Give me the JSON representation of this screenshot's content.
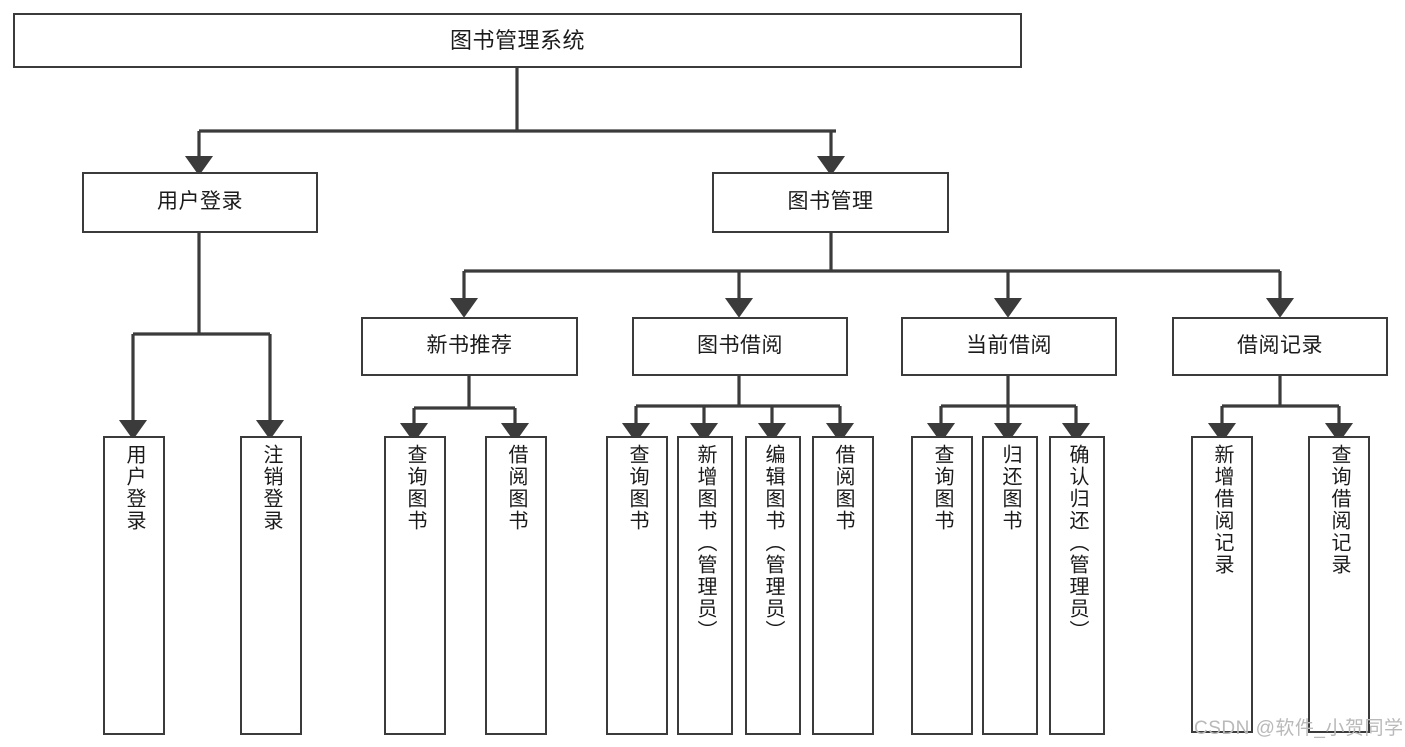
{
  "diagram": {
    "type": "tree-hierarchy",
    "title": "图书管理系统",
    "orientation": "top-down",
    "colors": {
      "stroke": "#3b3b3b",
      "fill": "#ffffff",
      "text": "#1b1b1b",
      "watermark": "#b9b9b9"
    },
    "nodes": {
      "root": {
        "label": "图书管理系统"
      },
      "level1": [
        {
          "id": "user-login",
          "label": "用户登录"
        },
        {
          "id": "book-manage",
          "label": "图书管理"
        }
      ],
      "level2": [
        {
          "id": "new-book-rec",
          "label": "新书推荐"
        },
        {
          "id": "book-borrow",
          "label": "图书借阅"
        },
        {
          "id": "current-borrow",
          "label": "当前借阅"
        },
        {
          "id": "borrow-record",
          "label": "借阅记录"
        }
      ],
      "leaves": {
        "user_login": [
          {
            "id": "leaf-user-login",
            "label": "用户登录"
          },
          {
            "id": "leaf-logout",
            "label": "注销登录"
          }
        ],
        "new_book_rec": [
          {
            "id": "leaf-query-book-1",
            "label": "查询图书"
          },
          {
            "id": "leaf-borrow-book-1",
            "label": "借阅图书"
          }
        ],
        "book_borrow": [
          {
            "id": "leaf-query-book-2",
            "label": "查询图书"
          },
          {
            "id": "leaf-add-book",
            "label": "新增图书（管理员）"
          },
          {
            "id": "leaf-edit-book",
            "label": "编辑图书（管理员）"
          },
          {
            "id": "leaf-borrow-book-2",
            "label": "借阅图书"
          }
        ],
        "current_borrow": [
          {
            "id": "leaf-query-book-3",
            "label": "查询图书"
          },
          {
            "id": "leaf-return-book",
            "label": "归还图书"
          },
          {
            "id": "leaf-confirm-return",
            "label": "确认归还（管理员）"
          }
        ],
        "borrow_record": [
          {
            "id": "leaf-add-record",
            "label": "新增借阅记录"
          },
          {
            "id": "leaf-query-record",
            "label": "查询借阅记录"
          }
        ]
      }
    },
    "edges": [
      {
        "from": "图书管理系统",
        "to": "用户登录"
      },
      {
        "from": "图书管理系统",
        "to": "图书管理"
      },
      {
        "from": "用户登录",
        "to": "用户登录"
      },
      {
        "from": "用户登录",
        "to": "注销登录"
      },
      {
        "from": "图书管理",
        "to": "新书推荐"
      },
      {
        "from": "图书管理",
        "to": "图书借阅"
      },
      {
        "from": "图书管理",
        "to": "当前借阅"
      },
      {
        "from": "图书管理",
        "to": "借阅记录"
      },
      {
        "from": "新书推荐",
        "to": "查询图书"
      },
      {
        "from": "新书推荐",
        "to": "借阅图书"
      },
      {
        "from": "图书借阅",
        "to": "查询图书"
      },
      {
        "from": "图书借阅",
        "to": "新增图书（管理员）"
      },
      {
        "from": "图书借阅",
        "to": "编辑图书（管理员）"
      },
      {
        "from": "图书借阅",
        "to": "借阅图书"
      },
      {
        "from": "当前借阅",
        "to": "查询图书"
      },
      {
        "from": "当前借阅",
        "to": "归还图书"
      },
      {
        "from": "当前借阅",
        "to": "确认归还（管理员）"
      },
      {
        "from": "借阅记录",
        "to": "新增借阅记录"
      },
      {
        "from": "借阅记录",
        "to": "查询借阅记录"
      }
    ]
  },
  "watermark": {
    "text": "CSDN @软件_小贺同学"
  }
}
